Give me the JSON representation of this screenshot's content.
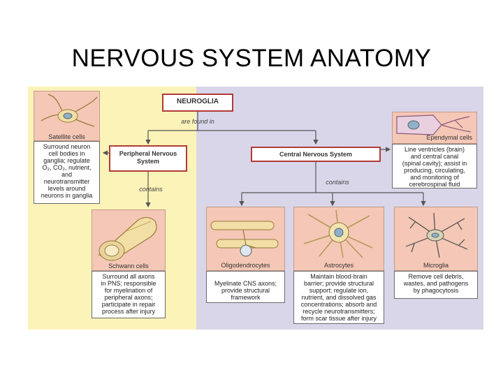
{
  "title": "NERVOUS SYSTEM ANATOMY",
  "diagram": {
    "root": "NEUROGLIA",
    "root_link": "are found in",
    "pns": {
      "label": "Peripheral Nervous System",
      "link": "contains"
    },
    "cns": {
      "label": "Central Nervous System",
      "link": "contains"
    },
    "cells": {
      "satellite": {
        "name": "Satellite cells",
        "desc_lines": [
          "Surround neuron",
          "cell bodies in",
          "ganglia; regulate",
          "O₂, CO₂, nutrient,",
          "and",
          "neurotransmitter",
          "levels around",
          "neurons in ganglia"
        ]
      },
      "schwann": {
        "name": "Schwann cells",
        "desc_lines": [
          "Surround all axons",
          "in PNS; responsible",
          "for myelination of",
          "peripheral axons;",
          "participate in repair",
          "process after injury"
        ]
      },
      "ependymal": {
        "name": "Ependymal cells",
        "desc_lines": [
          "Line ventricles (brain)",
          "and central canal",
          "(spinal cavity); assist in",
          "producing, circulating,",
          "and monitoring of",
          "cerebrospinal fluid"
        ]
      },
      "oligodendrocytes": {
        "name": "Oligodendrocytes",
        "desc_lines": [
          "Myelinate CNS axons;",
          "provide structural",
          "framework"
        ]
      },
      "astrocytes": {
        "name": "Astrocytes",
        "desc_lines": [
          "Maintain blood-brain",
          "barrier; provide structural",
          "support; regulate ion,",
          "nutrient, and dissolved gas",
          "concentrations; absorb and",
          "recycle neurotransmitters;",
          "form scar tissue after injury"
        ]
      },
      "microglia": {
        "name": "Microglia",
        "desc_lines": [
          "Remove cell debris,",
          "wastes, and pathogens",
          "by phagocytosis"
        ]
      }
    }
  },
  "colors": {
    "pns_zone": "#fbf3b8",
    "cns_zone": "#d9d6ea",
    "panel": "#f4c7b6",
    "header_border": "#b23a34",
    "arrow": "#555555"
  }
}
